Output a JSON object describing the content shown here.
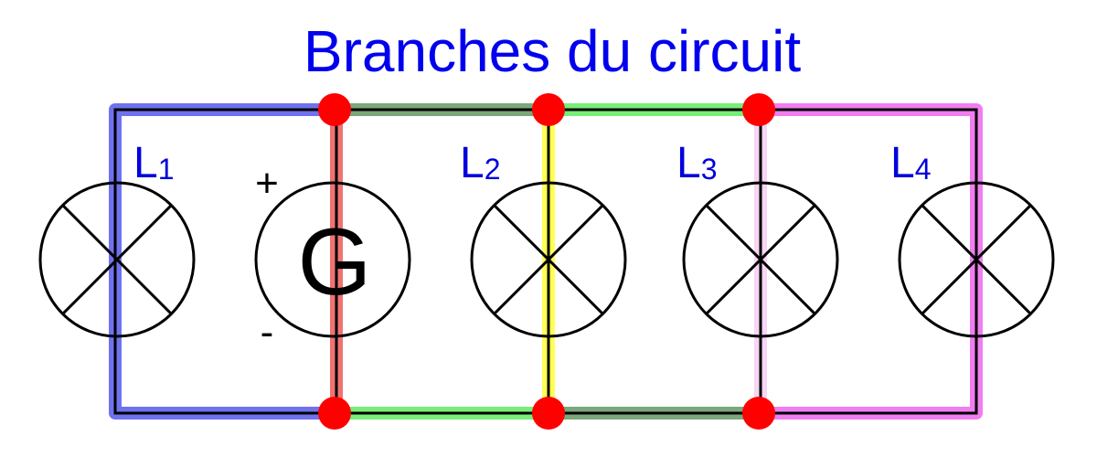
{
  "title": "Branches du circuit",
  "colors": {
    "title": "#0000ee",
    "labels": "#0000dd",
    "wire": "#000000",
    "node": "#ff0000",
    "branch_L1": "#6f72ee",
    "branch_generator": "#ef7373",
    "branch_L2": "#ffff55",
    "branch_L3": "#f7d6f5",
    "branch_L4": "#ff66ee",
    "top_dark": "#7ba77b",
    "top_light": "#77ee77",
    "bottom_light": "#77ee77",
    "bottom_dark": "#7ba77b",
    "top_right": "#f07ef0",
    "bottom_right": "#e277e2"
  },
  "lamps": [
    {
      "letter": "L",
      "index": "1"
    },
    {
      "letter": "L",
      "index": "2"
    },
    {
      "letter": "L",
      "index": "3"
    },
    {
      "letter": "L",
      "index": "4"
    }
  ],
  "generator": {
    "letter": "G",
    "plus": "+",
    "minus": "-"
  }
}
